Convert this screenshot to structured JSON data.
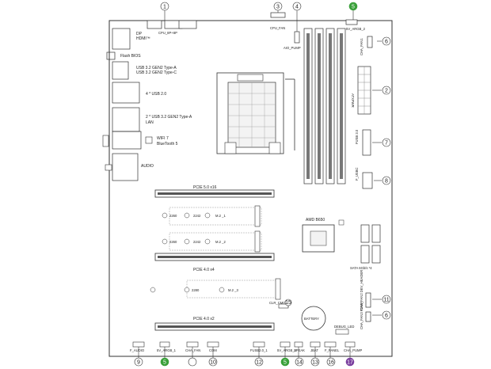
{
  "labels": {
    "cpu_8p8p": "CPU_8P+8P",
    "cpu_fan": "CPU_FAN",
    "aio_pump": "AIO_PUMP",
    "rgb5v_2": "5V_ARGB_2",
    "cha_fan1": "CHA_FAN1",
    "atx_power": "ATXPWR",
    "fusb30": "FUSB 3.0",
    "f_usbc": "F_USBC",
    "dp_hdmi": [
      "DP",
      "HDMI™"
    ],
    "flash_bios": "Flash BIOS",
    "usb32_a_c": [
      "USB 3.2 GEN2 Type-A",
      "USB 3.2 GEN2 Type-C"
    ],
    "usb20": "4 * USB 2.0",
    "usb32_lan": [
      "2 * USB 3.2 GEN2 Type-A",
      "LAN"
    ],
    "wifi": [
      "WIFI 7",
      "BlueTooth 5"
    ],
    "audio": "AUDIO",
    "pcie_x16": "PCIE 5.0 x16",
    "pcie_x4": "PCIE 4.0 x4",
    "pcie_x2": "PCIE 4.0 x2",
    "m2_1": "M.2 _1",
    "m2_2": "M.2 _2",
    "m2_3": "M.2 _3",
    "s2260": "2260",
    "s2242": "2242",
    "s2280": "2280",
    "chipset": "AMD B650",
    "sata": "SATA 6Gb/s *4",
    "clr_cmos": "CLR_CMOS",
    "battery": "BATTERY",
    "f_audio": "F_AUDIO",
    "rgb5v_1": "5V_ARGB_1",
    "cha_fan_b": "CHA_FAN",
    "com": "COM",
    "fusb2_1": "FUSB2.0_1",
    "rgb5v_3": "5V_ARGB_3",
    "speak": "SPEAK",
    "jbat": "JBAT",
    "f_panel": "F_PANEL",
    "debug_led": "DEBUG_LED",
    "cha_pump": "CHA_PUMP",
    "ch_gpu": "CHA_FAN2 DEV_HEADER",
    "cha_fan3": "CHA_FAN3 PUMP"
  },
  "callouts": {
    "c1": "1",
    "c2": "2",
    "c3": "3",
    "c4": "4",
    "c5": "5",
    "c6": "6",
    "c6b": "6",
    "c7": "7",
    "c8": "8",
    "c9": "9",
    "c5b": "5",
    "c10": "10",
    "c11": "11",
    "c12": "12",
    "c5c": "5",
    "c14": "14",
    "c13": "13",
    "c16": "16",
    "c17": "17",
    "c15": "15"
  },
  "colors": {
    "accent_green": "#3aa03a",
    "accent_purple": "#7a3f9e",
    "line": "#333333"
  }
}
